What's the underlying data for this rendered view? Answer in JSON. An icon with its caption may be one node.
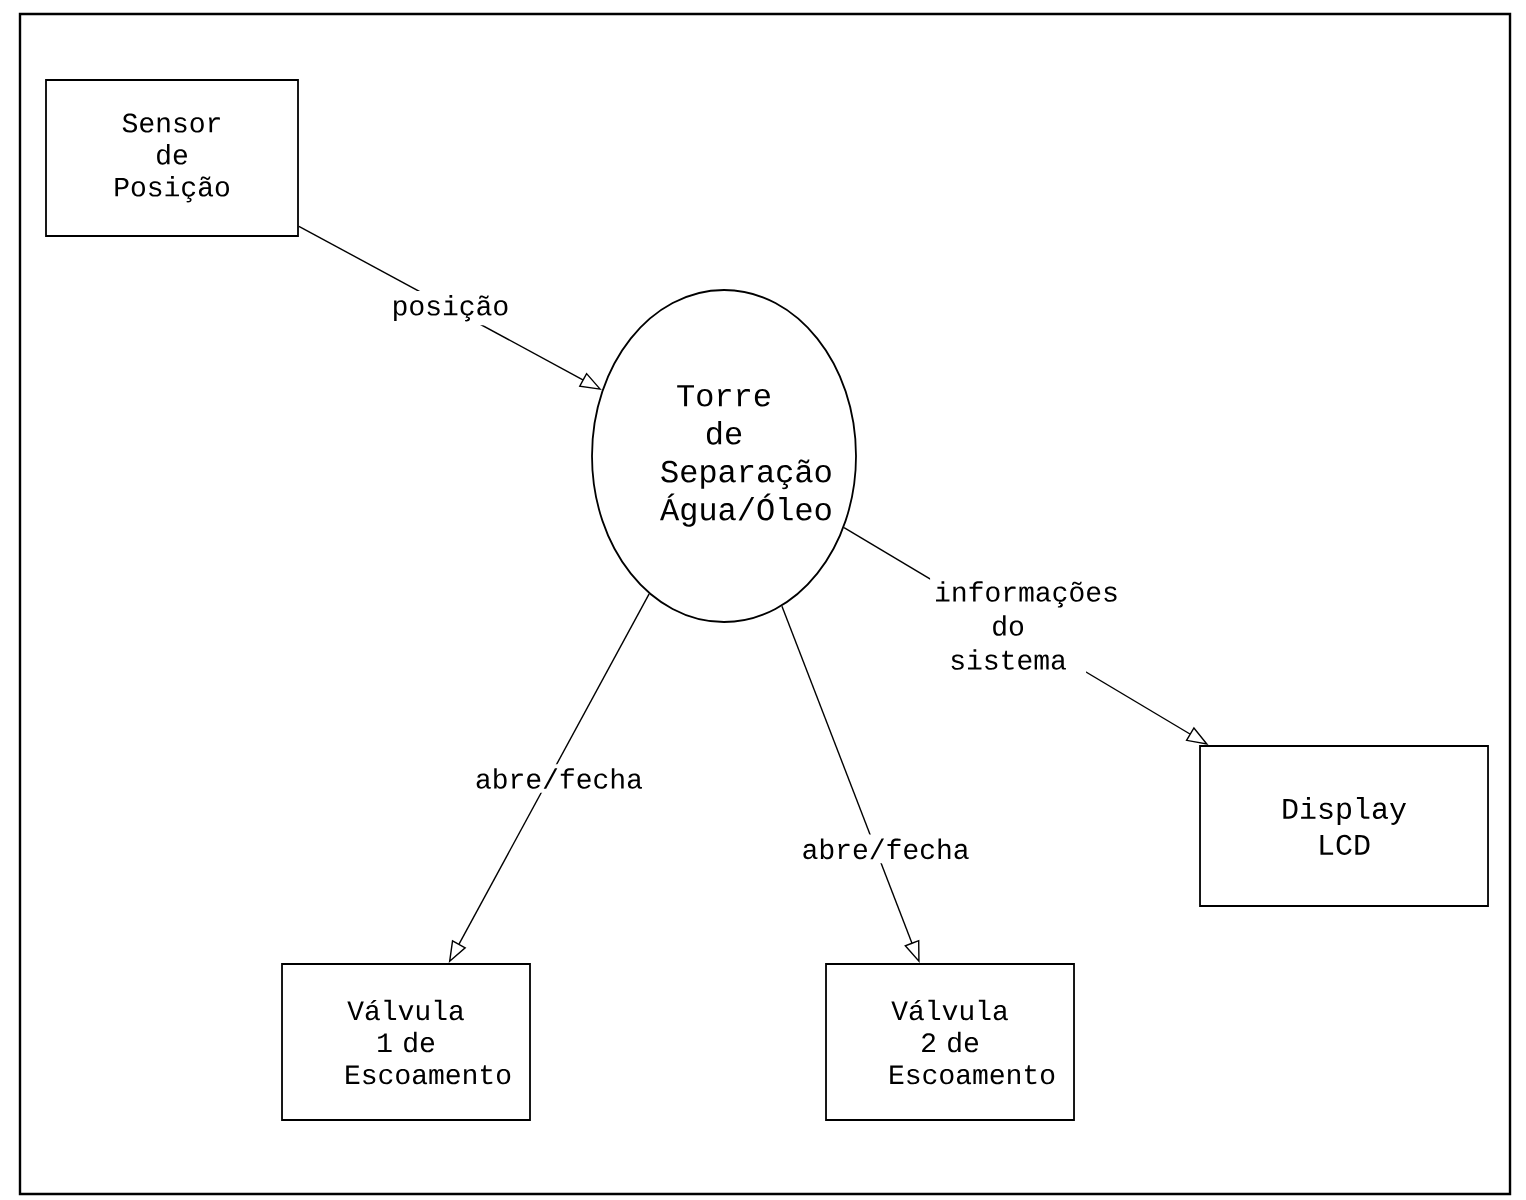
{
  "diagram": {
    "nodes": [
      {
        "text": [
          "Sensor de Posição"
        ]
      },
      {
        "text": [
          "Torre de Separação Água/Óleo"
        ]
      },
      {
        "text": [
          "Display LCD"
        ]
      },
      {
        "text": [
          "Válvula 1 de Escoamento"
        ]
      },
      {
        "text": [
          "Válvula 2 de Escoamento"
        ]
      }
    ],
    "edges": [
      {
        "from": 0,
        "to": 1,
        "arrow": "to",
        "label": "posição"
      },
      {
        "from": 1,
        "to": 3,
        "arrow": "to",
        "label": "abre/fecha"
      },
      {
        "from": 1,
        "to": 4,
        "arrow": "to",
        "label": "abre/fecha"
      },
      {
        "from": 1,
        "to": 2,
        "arrow": "to",
        "label": "informações do sistema"
      }
    ]
  }
}
